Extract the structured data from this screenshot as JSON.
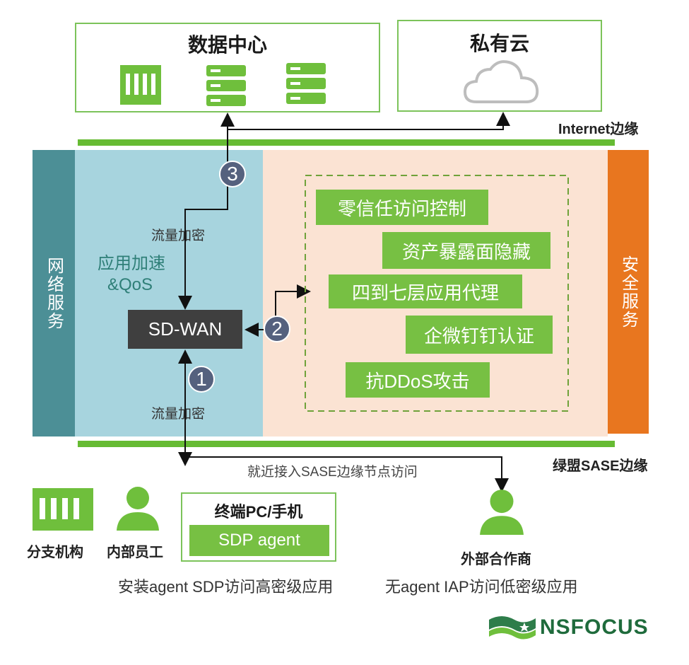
{
  "top": {
    "datacenter_title": "数据中心",
    "private_cloud_title": "私有云",
    "internet_edge_label": "Internet边缘"
  },
  "sides": {
    "network_services": "网络服务",
    "security_services": "安全服务"
  },
  "network": {
    "accel_line1": "应用加速",
    "accel_line2": "&QoS",
    "sdwan_label": "SD-WAN",
    "encrypt_top": "流量加密",
    "encrypt_bottom": "流量加密",
    "steps": [
      "1",
      "2",
      "3"
    ]
  },
  "security_features": [
    "零信任访问控制",
    "资产暴露面隐藏",
    "四到七层应用代理",
    "企微钉钉认证",
    "抗DDoS攻击"
  ],
  "sase_edge_label": "绿盟SASE边缘",
  "nearby_access_label": "就近接入SASE边缘节点访问",
  "bottom": {
    "branch_label": "分支机构",
    "employee_label": "内部员工",
    "terminal_title": "终端PC/手机",
    "sdp_agent_label": "SDP agent",
    "sdp_desc": "安装agent SDP访问高密级应用",
    "partner_label": "外部合作商",
    "iap_desc": "无agent IAP访问低密级应用"
  },
  "logo_text": "NSFOCUS",
  "colors": {
    "green": "#77c043",
    "teal": "#4c8f96",
    "light_blue": "#a7d4de",
    "peach": "#fbe3d3",
    "orange": "#e8761f",
    "sdwan_bg": "#3f3f3f",
    "step_circle": "#55617e"
  }
}
